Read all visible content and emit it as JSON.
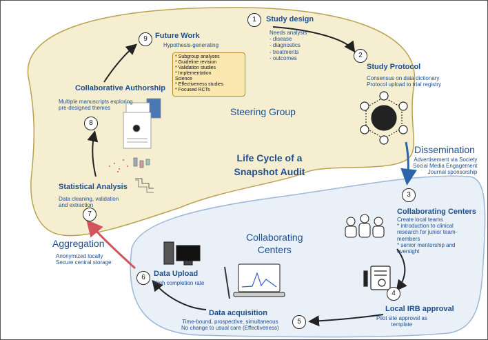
{
  "center_title": [
    "Life Cycle of a",
    "Snapshot Audit"
  ],
  "regions": {
    "steering": "Steering Group",
    "collab": [
      "Collaborating",
      "Centers"
    ]
  },
  "phases": {
    "dissemination": {
      "title": "Dissemination",
      "lines": [
        "Advertisement via Society",
        "Social Media Engagement",
        "Journal sponsorship"
      ]
    },
    "aggregation": {
      "title": "Aggregation",
      "lines": [
        "Anonymized locally",
        "Secure central storage"
      ]
    }
  },
  "steps": [
    {
      "num": "1",
      "title": "Study design",
      "lines": [
        "Needs analysis",
        "- disease",
        "- diagnostics",
        "- treatments",
        "- outcomes"
      ]
    },
    {
      "num": "2",
      "title": "Study Protocol",
      "lines": [
        "Consensus on data dictionary",
        "Protocol upload to trial registry"
      ]
    },
    {
      "num": "3",
      "title": "Collaborating Centers",
      "lines": [
        "Create local teams",
        "* introduction to clinical",
        "research for junior team-",
        "members",
        "* senior mentorship and",
        "oversight"
      ]
    },
    {
      "num": "4",
      "title": "Local IRB approval",
      "lines": [
        "Pilot site approval as",
        "template"
      ]
    },
    {
      "num": "5",
      "title": "Data acquisition",
      "lines": [
        "Time-bound, prospective, simultaneous",
        "No change to usual care (Effectiveness)"
      ]
    },
    {
      "num": "6",
      "title": "Data Upload",
      "lines": [
        "High completion rate"
      ]
    },
    {
      "num": "7",
      "title": "Statistical Analysis",
      "lines": [
        "Data cleaning, validation",
        "and extraction"
      ]
    },
    {
      "num": "8",
      "title": "Collaborative Authorship",
      "lines": [
        "Multiple manuscripts exploring",
        "pre-designed themes"
      ]
    },
    {
      "num": "9",
      "title": "Future Work",
      "lines": [
        "Hypothesis-generating"
      ]
    }
  ],
  "future_box": [
    "* Subgroup analyses",
    "* Guideline revision",
    "* Validation studies",
    "* Implementation",
    "Science",
    "* Effectiveness studies",
    "* Focused RCTs"
  ],
  "colors": {
    "steering_fill": "#f6eed1",
    "collab_fill": "#e9f0f8",
    "accent": "#1f4e8c",
    "aggregation_arrow": "#d0555c",
    "dissemination_arrow": "#2b65a8"
  },
  "icons": [
    "network-icon",
    "doctors-icon",
    "document-icon",
    "computer-icon",
    "monitor-chart-icon",
    "manuscript-icon",
    "statistics-charts-icon"
  ]
}
